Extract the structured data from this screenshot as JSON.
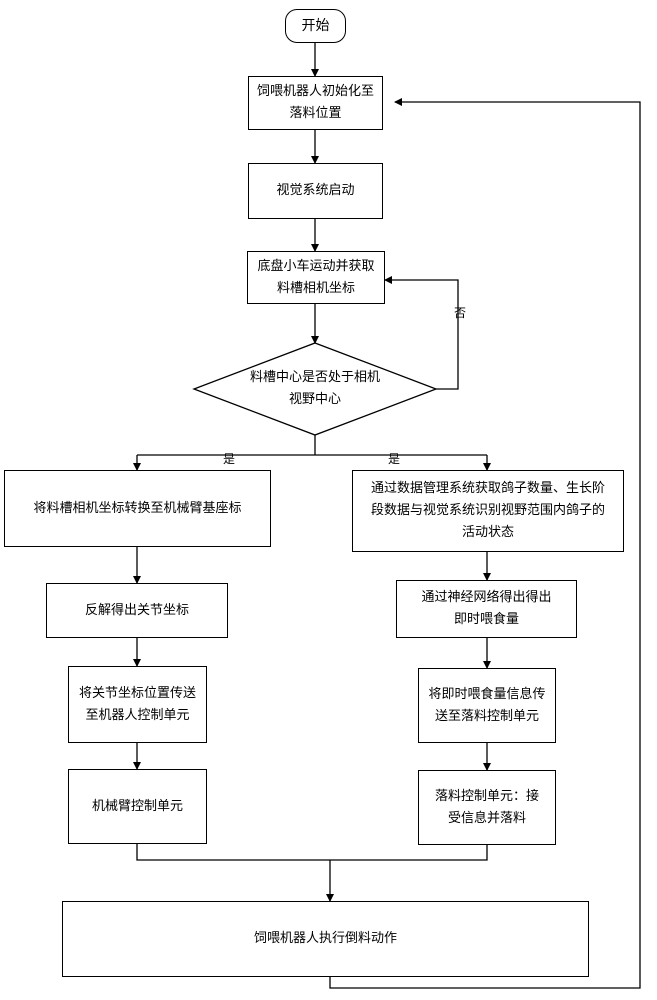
{
  "start": "开始",
  "init": "饲喂机器人初始化至落料位置",
  "vision": "视觉系统启动",
  "chassis": "底盘小车运动并获取料槽相机坐标",
  "decision": "料槽中心是否处于相机视野中心",
  "no_label": "否",
  "yes_left_label": "是",
  "yes_right_label": "是",
  "convert": "将料槽相机坐标转换至机械臂基座标",
  "inverse": "反解得出关节坐标",
  "transmit": "将关节坐标位置传送至机器人控制单元",
  "arm_control": "机械臂控制单元",
  "data_mgmt": "通过数据管理系统获取鸽子数量、生长阶段数据与视觉系统识别视野范围内鸽子的活动状态",
  "neural": "通过神经网络得出得出即时喂食量",
  "feed_info": "将即时喂食量信息传送至落料控制单元",
  "drop_control": "落料控制单元：接受信息并落料",
  "execute": "饲喂机器人执行倒料动作"
}
